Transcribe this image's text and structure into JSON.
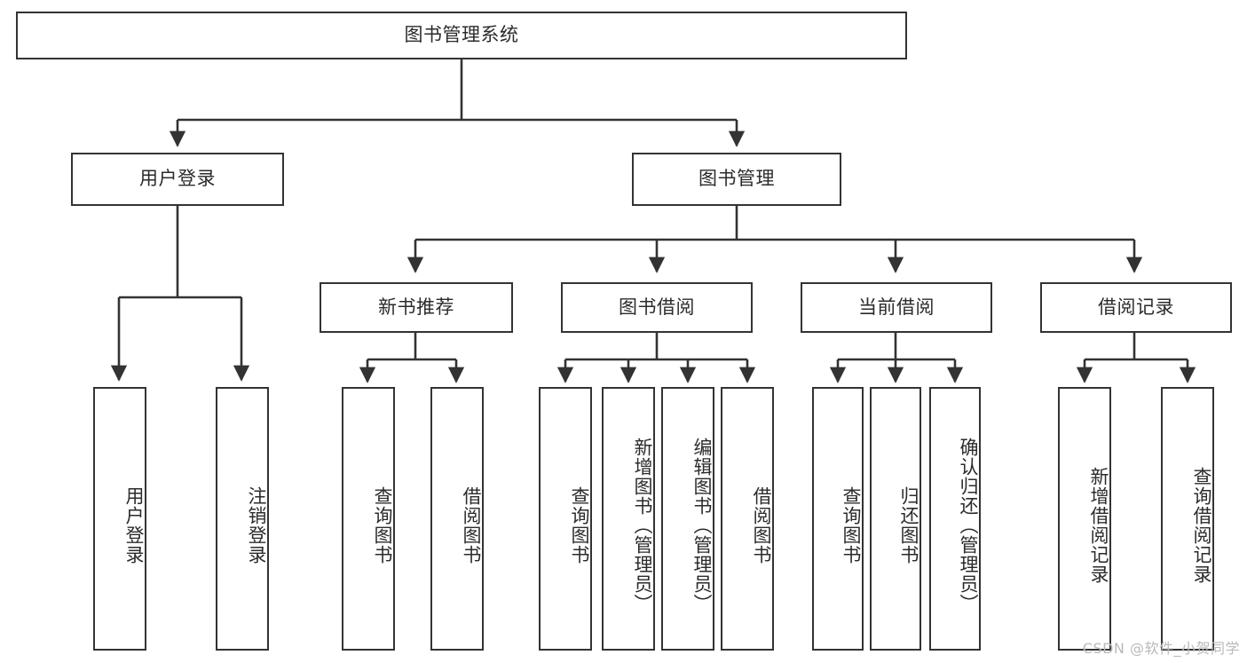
{
  "diagram": {
    "title": "图书管理系统",
    "type": "tree",
    "stroke_color": "#333333",
    "text_color": "#2b2b2b",
    "background_color": "#ffffff",
    "watermark": "CSDN @软件_小贺同学",
    "watermark_color": "#b9b9b9"
  },
  "nodes": {
    "root": {
      "label": "图书管理系统"
    },
    "level2": [
      {
        "id": "user-login",
        "label": "用户登录"
      },
      {
        "id": "book-manage",
        "label": "图书管理"
      }
    ],
    "level3": [
      {
        "id": "new-book-recommend",
        "label": "新书推荐"
      },
      {
        "id": "book-borrow",
        "label": "图书借阅"
      },
      {
        "id": "current-borrow",
        "label": "当前借阅"
      },
      {
        "id": "borrow-record",
        "label": "借阅记录"
      }
    ],
    "leaves": {
      "user_login": [
        {
          "id": "leaf-user-login",
          "label": "用户登录"
        },
        {
          "id": "leaf-logout-login",
          "label": "注销登录"
        }
      ],
      "new_book_recommend": [
        {
          "id": "leaf-query-book-1",
          "label": "查询图书"
        },
        {
          "id": "leaf-borrow-book-1",
          "label": "借阅图书"
        }
      ],
      "book_borrow": [
        {
          "id": "leaf-query-book-2",
          "label": "查询图书"
        },
        {
          "id": "leaf-add-book",
          "label": "新增图书（管理员）"
        },
        {
          "id": "leaf-edit-book",
          "label": "编辑图书（管理员）"
        },
        {
          "id": "leaf-borrow-book-2",
          "label": "借阅图书"
        }
      ],
      "current_borrow": [
        {
          "id": "leaf-query-book-3",
          "label": "查询图书"
        },
        {
          "id": "leaf-return-book",
          "label": "归还图书"
        },
        {
          "id": "leaf-confirm-return",
          "label": "确认归还（管理员）"
        }
      ],
      "borrow_record": [
        {
          "id": "leaf-add-borrow-record",
          "label": "新增借阅记录"
        },
        {
          "id": "leaf-query-borrow-record",
          "label": "查询借阅记录"
        }
      ]
    }
  }
}
